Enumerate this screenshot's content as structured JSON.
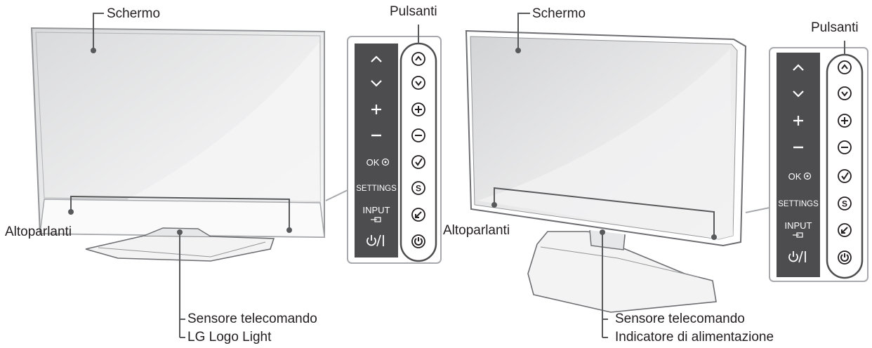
{
  "labels": {
    "left": {
      "screen": "Schermo",
      "buttons": "Pulsanti",
      "speakers": "Altoparlanti",
      "remote_sensor": "Sensore telecomando",
      "logo_light": "LG Logo Light"
    },
    "right": {
      "screen": "Schermo",
      "buttons": "Pulsanti",
      "speakers": "Altoparlanti",
      "remote_sensor": "Sensore telecomando",
      "power_indicator": "Indicatore di alimentazione"
    }
  },
  "panel_keys": [
    {
      "name": "up",
      "text": "^",
      "icon": "chevron-up-icon"
    },
    {
      "name": "down",
      "text": "v",
      "icon": "chevron-down-icon"
    },
    {
      "name": "volume-up",
      "text": "+",
      "icon": "plus-circle-icon"
    },
    {
      "name": "volume-down",
      "text": "−",
      "icon": "minus-circle-icon"
    },
    {
      "name": "ok",
      "text": "OK",
      "icon": "check-circle-icon"
    },
    {
      "name": "settings",
      "text": "SETTINGS",
      "icon": "settings-s-icon"
    },
    {
      "name": "input",
      "text": "INPUT",
      "icon": "input-arrow-icon"
    },
    {
      "name": "power",
      "text": "⏻/|",
      "icon": "power-icon"
    }
  ],
  "colors": {
    "line": "#6d6e71",
    "dark_panel": "#4d4d4f",
    "leader": "#58595b"
  }
}
